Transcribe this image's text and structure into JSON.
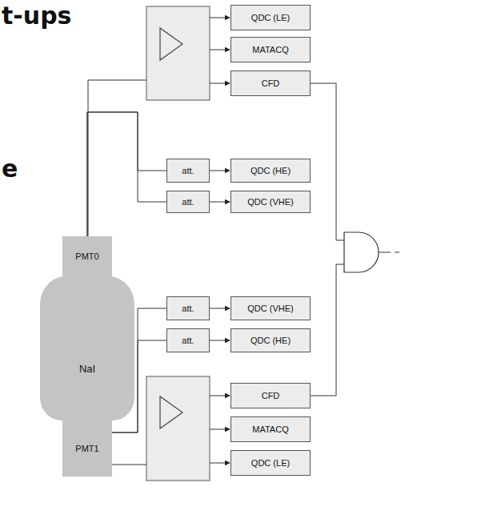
{
  "diagram": {
    "nodes": [
      {
        "text": [
          "PMT0"
        ]
      },
      {
        "text": [
          "NaI"
        ]
      },
      {
        "text": [
          "PMT1"
        ]
      },
      {
        "text": [
          "QDC (LE)"
        ]
      },
      {
        "text": [
          "MATACQ"
        ]
      },
      {
        "text": [
          "CFD"
        ]
      },
      {
        "text": [
          "att."
        ]
      },
      {
        "text": [
          "QDC (HE)"
        ]
      },
      {
        "text": [
          "att."
        ]
      },
      {
        "text": [
          "QDC (VHE)"
        ]
      },
      {
        "text": [
          "att."
        ]
      },
      {
        "text": [
          "QDC (VHE)"
        ]
      },
      {
        "text": [
          "att."
        ]
      },
      {
        "text": [
          "QDC (HE)"
        ]
      },
      {
        "text": [
          "CFD"
        ]
      },
      {
        "text": [
          "MATACQ"
        ]
      },
      {
        "text": [
          "QDC (LE)"
        ]
      }
    ],
    "edges": [
      {
        "from": 0,
        "to": 6,
        "arrow": "none"
      },
      {
        "from": 0,
        "to": 8,
        "arrow": "none"
      },
      {
        "from": 6,
        "to": 7,
        "arrow": "to"
      },
      {
        "from": 8,
        "to": 9,
        "arrow": "to"
      },
      {
        "from": 2,
        "to": 10,
        "arrow": "none"
      },
      {
        "from": 2,
        "to": 12,
        "arrow": "none"
      },
      {
        "from": 10,
        "to": 11,
        "arrow": "to"
      },
      {
        "from": 12,
        "to": 13,
        "arrow": "to"
      }
    ],
    "labels": [
      "t-ups",
      "e"
    ]
  }
}
